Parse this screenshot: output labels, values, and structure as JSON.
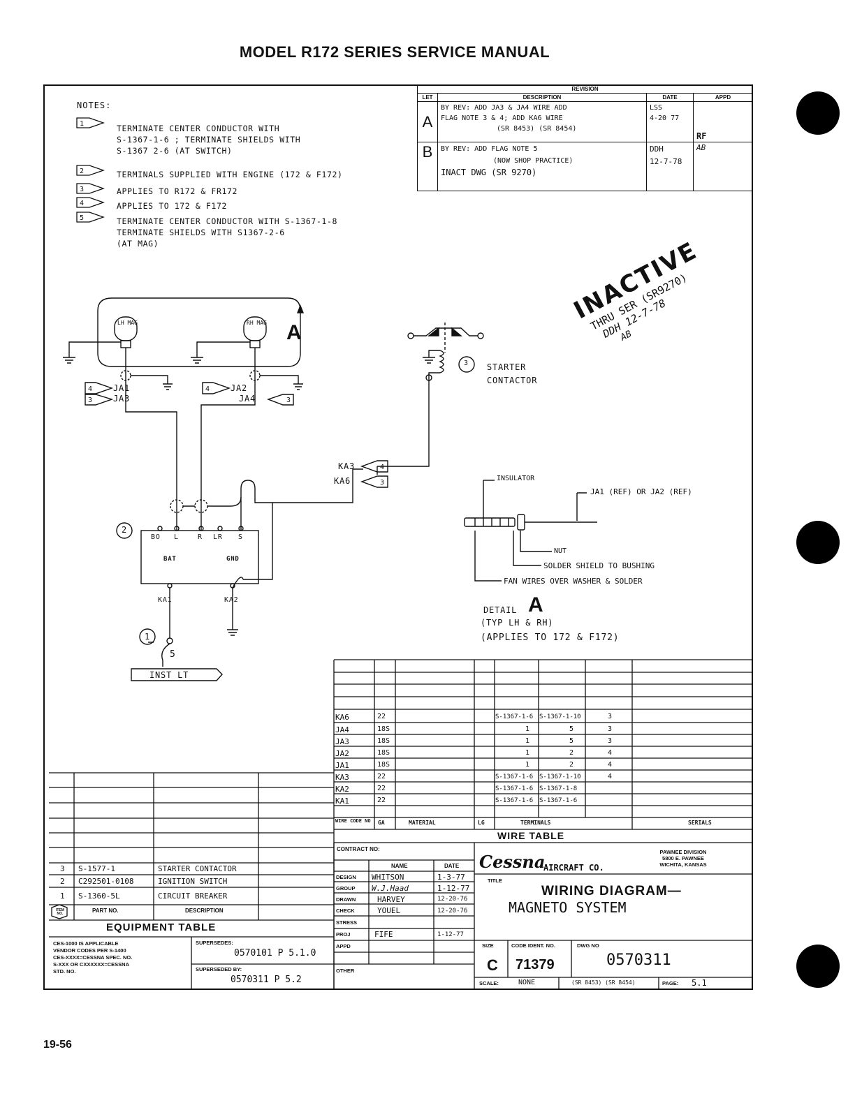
{
  "header": {
    "title": "MODEL R172 SERIES SERVICE MANUAL"
  },
  "page_number": "19-56",
  "notes": {
    "heading": "NOTES:",
    "items": [
      {
        "flag": "1",
        "lines": [
          "TERMINATE CENTER CONDUCTOR WITH",
          "S-1367-1-6 ; TERMINATE SHIELDS WITH",
          "S-1367 2-6 (AT SWITCH)"
        ]
      },
      {
        "flag": "2",
        "lines": [
          "TERMINALS SUPPLIED WITH ENGINE (172 & F172)"
        ]
      },
      {
        "flag": "3",
        "lines": [
          "APPLIES TO R172 & FR172"
        ]
      },
      {
        "flag": "4",
        "lines": [
          "APPLIES TO 172 & F172"
        ]
      },
      {
        "flag": "5",
        "lines": [
          "TERMINATE CENTER CONDUCTOR WITH S-1367-1-8",
          "TERMINATE SHIELDS WITH S1367-2-6",
          "(AT MAG)"
        ]
      }
    ]
  },
  "revision": {
    "title": "REVISION",
    "headers": [
      "LET",
      "DESCRIPTION",
      "DATE",
      "APPD"
    ],
    "rows": [
      {
        "let": "A",
        "desc": [
          "BY REV: ADD JA3 & JA4 WIRE  ADD",
          "FLAG NOTE 3 & 4; ADD KA6 WIRE",
          "(SR 8453) (SR 8454)"
        ],
        "date": [
          "LSS",
          "4-20 77"
        ],
        "appd": "RF"
      },
      {
        "let": "B",
        "desc": [
          "BY REV: ADD FLAG NOTE 5",
          "(NOW SHOP PRACTICE)",
          "INACT DWG  (SR 9270)"
        ],
        "date": [
          "DDH",
          "12-7-78"
        ],
        "appd": "AB"
      }
    ]
  },
  "stamp": {
    "line1": "INACTIVE",
    "line2": "THRU SER (SR9270)",
    "line3": "DDH 12-7-78",
    "line4": "AB"
  },
  "diagram": {
    "lh_mag": "LH MAG",
    "rh_mag": "RH MAG",
    "detail_ref": "A",
    "ja1": "JA1",
    "ja3": "JA3",
    "ja2": "JA2",
    "ja4": "JA4",
    "ka3": "KA3",
    "ka6": "KA6",
    "ka1": "KA1",
    "ka2": "KA2",
    "starter_contactor": [
      "STARTER",
      "CONTACTOR"
    ],
    "switch_terms": [
      "BO",
      "L",
      "R",
      "LR",
      "S"
    ],
    "bat": "BAT",
    "gnd": "GND",
    "callout_2": "2",
    "callout_1": "1",
    "callout_3": "3",
    "terminal_5": "5",
    "inst_lt": "INST LT"
  },
  "detail": {
    "insulator": "INSULATOR",
    "ref": "JA1 (REF) OR JA2 (REF)",
    "nut": "NUT",
    "solder": "SOLDER SHIELD TO BUSHING",
    "fan": "FAN WIRES OVER WASHER & SOLDER",
    "title": "DETAIL",
    "letter": "A",
    "typ": "(TYP LH & RH)",
    "applies": "(APPLIES TO 172 & F172)"
  },
  "wire_table": {
    "title": "WIRE TABLE",
    "headers": [
      "WIRE CODE NO",
      "GA",
      "MATERIAL",
      "LG",
      "TERMINALS",
      "SERIALS"
    ],
    "rows": [
      {
        "code": "KA6",
        "ga": "22",
        "t1": "S-1367-1-6",
        "t2": "S-1367-1-10",
        "flag": "3"
      },
      {
        "code": "JA4",
        "ga": "18S",
        "t1": "1",
        "t2": "5",
        "flag": "3"
      },
      {
        "code": "JA3",
        "ga": "18S",
        "t1": "1",
        "t2": "5",
        "flag": "3"
      },
      {
        "code": "JA2",
        "ga": "18S",
        "t1": "1",
        "t2": "2",
        "flag": "4"
      },
      {
        "code": "JA1",
        "ga": "18S",
        "t1": "1",
        "t2": "2",
        "flag": "4"
      },
      {
        "code": "KA3",
        "ga": "22",
        "t1": "S-1367-1-6",
        "t2": "S-1367-1-10",
        "flag": "4"
      },
      {
        "code": "KA2",
        "ga": "22",
        "t1": "S-1367-1-6",
        "t2": "S-1367-1-8",
        "flag": ""
      },
      {
        "code": "KA1",
        "ga": "22",
        "t1": "S-1367-1-6",
        "t2": "S-1367-1-6",
        "flag": ""
      }
    ]
  },
  "equipment_table": {
    "title": "EQUIPMENT TABLE",
    "headers": [
      "PART NO.",
      "DESCRIPTION"
    ],
    "item_label": "ITEM NO.",
    "rows": [
      {
        "item": "3",
        "part": "S-1577-1",
        "desc": "STARTER CONTACTOR"
      },
      {
        "item": "2",
        "part": "C292501-0108",
        "desc": "IGNITION SWITCH"
      },
      {
        "item": "1",
        "part": "S-1360-5L",
        "desc": "CIRCUIT BREAKER"
      }
    ],
    "ces_note": [
      "CES-1000 IS APPLICABLE",
      "VENDOR CODES PER S-1400",
      "CES-XXXX=CESSNA SPEC. NO.",
      "S-XXX OR CXXXXXX=CESSNA",
      "STD. NO."
    ],
    "supersedes_label": "SUPERSEDES:",
    "supersedes": "0570101 P 5.1.0",
    "superseded_label": "SUPERSEDED BY:",
    "superseded": "0570311 P 5.2"
  },
  "title_block": {
    "contract": "CONTRACT NO:",
    "name_hdr": "NAME",
    "date_hdr": "DATE",
    "roles": [
      {
        "role": "DESIGN",
        "name": "WHITSON",
        "date": "1-3-77"
      },
      {
        "role": "GROUP",
        "name": "W.J.Haad",
        "date": "1-12-77"
      },
      {
        "role": "DRAWN",
        "name": "HARVEY",
        "date": "12-20-76"
      },
      {
        "role": "CHECK",
        "name": "YOUEL",
        "date": "12-20-76"
      },
      {
        "role": "STRESS",
        "name": "",
        "date": ""
      },
      {
        "role": "PROJ",
        "name": "FIFE",
        "date": "1-12-77"
      },
      {
        "role": "APPD",
        "name": "",
        "date": ""
      },
      {
        "role": "OTHER",
        "name": "",
        "date": ""
      }
    ],
    "company": "Cessna",
    "company_suffix": "AIRCRAFT CO.",
    "division": [
      "PAWNEE DIVISION",
      "5800 E. PAWNEE",
      "WICHITA, KANSAS"
    ],
    "title_label": "TITLE",
    "title1": "WIRING DIAGRAM—",
    "title2": "MAGNETO SYSTEM",
    "size_label": "SIZE",
    "size": "C",
    "code_label": "CODE IDENT. NO.",
    "code": "71379",
    "dwg_label": "DWG NO",
    "dwg": "0570311",
    "scale_label": "SCALE:",
    "scale": "NONE",
    "sr": "(SR 8453) (SR 8454)",
    "page_label": "PAGE:",
    "page": "5.1"
  },
  "colors": {
    "ink": "#111111",
    "paper": "#ffffff"
  }
}
